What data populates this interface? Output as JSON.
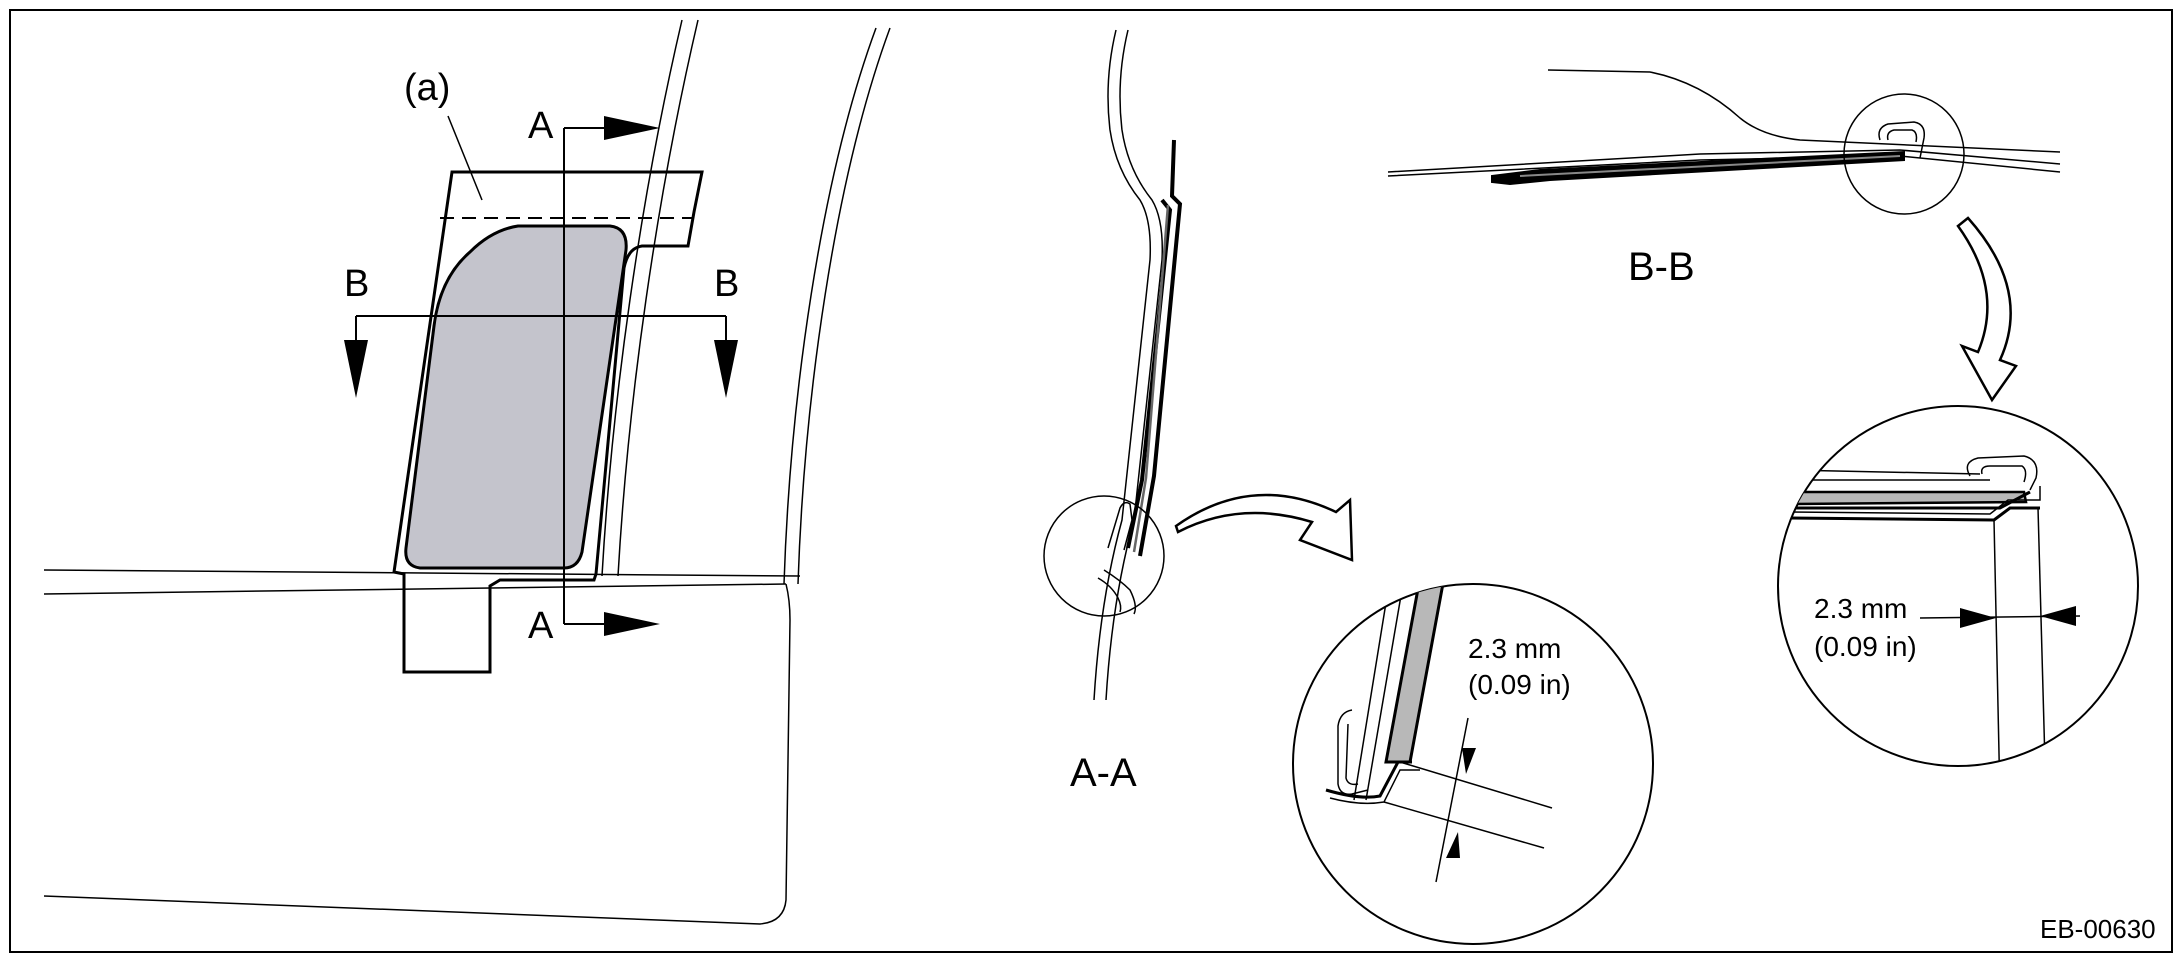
{
  "labels": {
    "part_a": "(a)",
    "section_a_top": "A",
    "section_a_bottom": "A",
    "section_b_left": "B",
    "section_b_right": "B",
    "view_aa": "A-A",
    "view_bb": "B-B",
    "dim_aa_mm": "2.3 mm",
    "dim_aa_in": "(0.09 in)",
    "dim_bb_mm": "2.3 mm",
    "dim_bb_in": "(0.09 in)",
    "figure_code": "EB-00630"
  },
  "colors": {
    "line": "#000000",
    "patch_fill": "#c4c4cc",
    "film_fill": "#b8b8b8"
  }
}
